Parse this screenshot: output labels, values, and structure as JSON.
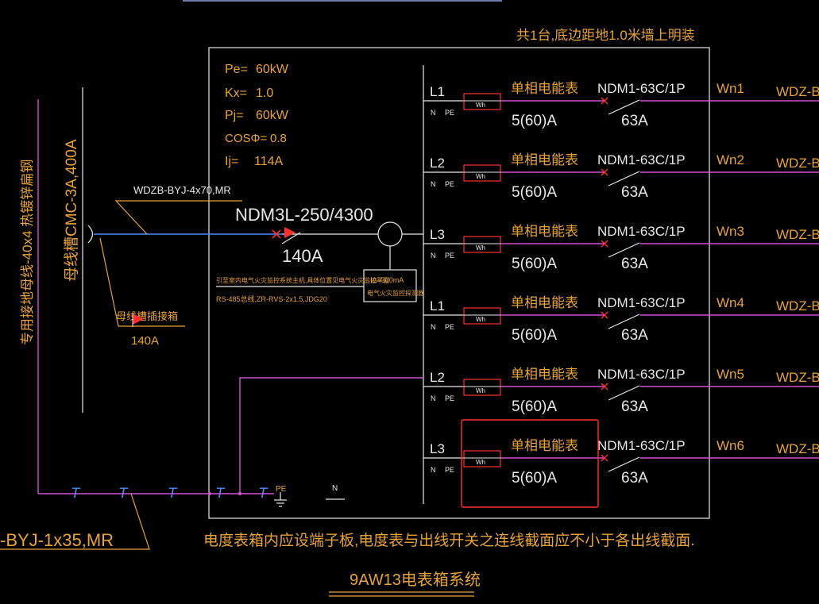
{
  "header_note": "共1台,底边距地1.0米墙上明装",
  "params": [
    {
      "key": "Pe=",
      "value": "60kW"
    },
    {
      "key": "Kx=",
      "value": "1.0"
    },
    {
      "key": "Pj=",
      "value": "60kW"
    },
    {
      "key": "COSΦ=",
      "value": "0.8"
    },
    {
      "key": "Ij=",
      "value": "114A"
    }
  ],
  "busway_vertical_label": "母线槽CMC-3A,400A",
  "ground_bus_vertical_label": "专用接地母线-40x4 热镀锌扁钢",
  "incoming_cable": "WDZB-BYJ-4x70,MR",
  "main_breaker": {
    "model": "NDM3L-250/4300",
    "rating": "140A"
  },
  "busway_tap_box": {
    "name": "母线槽插接箱",
    "rating": "140A"
  },
  "rcm_box": {
    "line1": "IΔ=300mA",
    "line2": "电气火灾监控探测器"
  },
  "monitor_note_1": "引至室内电气火灾监控系统主机,具体位置见电气火灾监控平面",
  "monitor_note_2": "RS-485总线,ZR-RVS-2x1.5,JDG20",
  "ground_cable": "-BYJ-1x35,MR",
  "pe_label": "PE",
  "n_label": "N",
  "circuits": [
    {
      "phase": "L1",
      "n": "N",
      "pe": "PE",
      "meter": "Wh",
      "meter_name": "单相电能表",
      "meter_rating": "5(60)A",
      "breaker": "NDM1-63C/1P",
      "breaker_rating": "63A",
      "circuit_id": "Wn1",
      "cable": "WDZ-BY"
    },
    {
      "phase": "L2",
      "n": "N",
      "pe": "PE",
      "meter": "Wh",
      "meter_name": "单相电能表",
      "meter_rating": "5(60)A",
      "breaker": "NDM1-63C/1P",
      "breaker_rating": "63A",
      "circuit_id": "Wn2",
      "cable": "WDZ-BY"
    },
    {
      "phase": "L3",
      "n": "N",
      "pe": "PE",
      "meter": "Wh",
      "meter_name": "单相电能表",
      "meter_rating": "5(60)A",
      "breaker": "NDM1-63C/1P",
      "breaker_rating": "63A",
      "circuit_id": "Wn3",
      "cable": "WDZ-BY"
    },
    {
      "phase": "L1",
      "n": "N",
      "pe": "PE",
      "meter": "Wh",
      "meter_name": "单相电能表",
      "meter_rating": "5(60)A",
      "breaker": "NDM1-63C/1P",
      "breaker_rating": "63A",
      "circuit_id": "Wn4",
      "cable": "WDZ-BY"
    },
    {
      "phase": "L2",
      "n": "N",
      "pe": "PE",
      "meter": "Wh",
      "meter_name": "单相电能表",
      "meter_rating": "5(60)A",
      "breaker": "NDM1-63C/1P",
      "breaker_rating": "63A",
      "circuit_id": "Wn5",
      "cable": "WDZ-BY"
    },
    {
      "phase": "L3",
      "n": "N",
      "pe": "PE",
      "meter": "Wh",
      "meter_name": "单相电能表",
      "meter_rating": "5(60)A",
      "breaker": "NDM1-63C/1P",
      "breaker_rating": "63A",
      "circuit_id": "Wn6",
      "cable": "WDZ-BY"
    }
  ],
  "footer_note": "电度表箱内应设端子板,电度表与出线开关之连线截面应不小于各出线截面.",
  "drawing_title": "9AW13电表箱系统",
  "colors": {
    "text": "#e8a23a",
    "wire": "#d64fd6",
    "frame": "#e8e8e8",
    "highlight": "#ff3030",
    "tick": "#4a8cff"
  }
}
